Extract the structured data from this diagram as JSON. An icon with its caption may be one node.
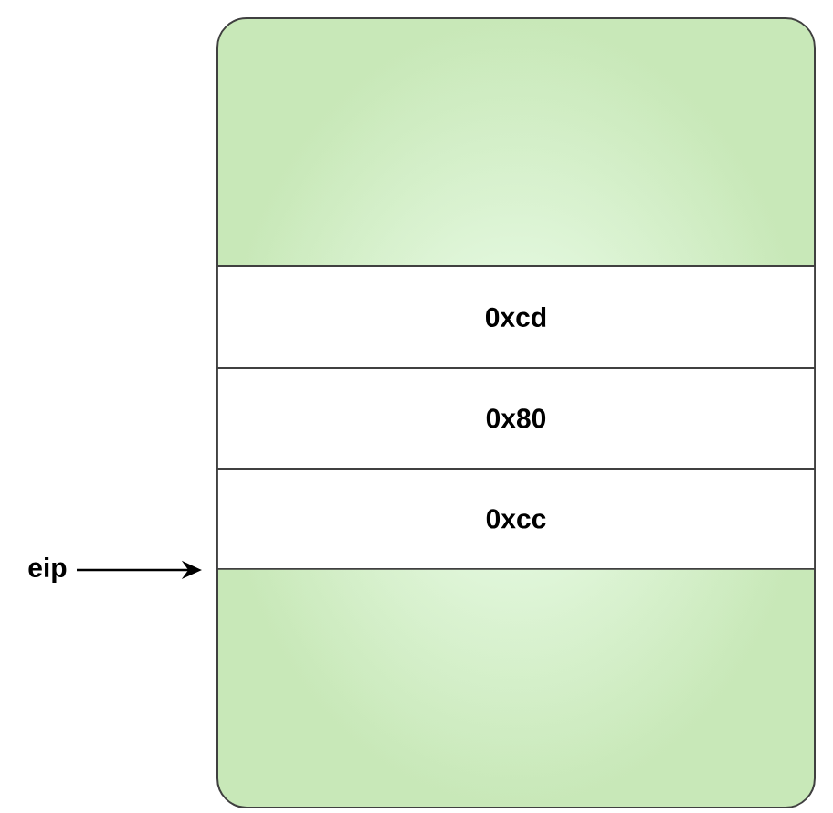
{
  "diagram": {
    "nodes": [
      {
        "text": [],
        "shape": "box"
      },
      {
        "text": [
          "0xcd"
        ],
        "in": 0
      },
      {
        "text": [
          "0x80"
        ],
        "in": 0
      },
      {
        "text": [
          "0xcc"
        ],
        "in": 0
      },
      {
        "text": [
          "eip"
        ]
      }
    ],
    "edges": [
      {
        "from": 4,
        "to": 0,
        "arrow": "to"
      }
    ]
  }
}
